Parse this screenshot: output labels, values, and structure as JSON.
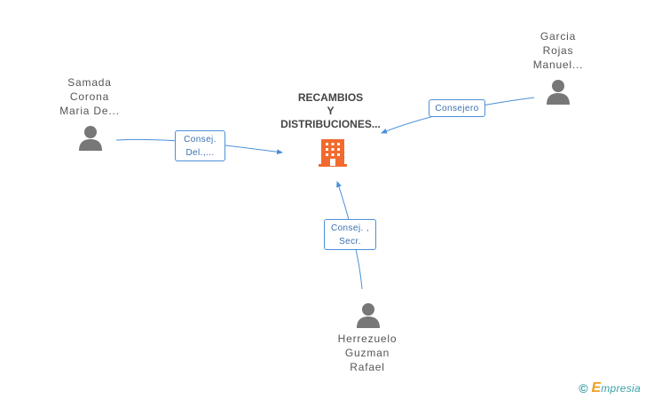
{
  "company": {
    "name": "RECAMBIOS\nY\nDISTRIBUCIONES...",
    "icon": "building-icon",
    "color": "#f26a2e"
  },
  "persons": [
    {
      "id": "samada",
      "name": "Samada\nCorona\nMaria De...",
      "icon": "person-icon"
    },
    {
      "id": "garcia",
      "name": "Garcia\nRojas\nManuel...",
      "icon": "person-icon"
    },
    {
      "id": "herrezuelo",
      "name": "Herrezuelo\nGuzman\nRafael",
      "icon": "person-icon"
    }
  ],
  "relations": [
    {
      "from": "samada",
      "label": "Consej.\nDel.,..."
    },
    {
      "from": "garcia",
      "label": "Consejero"
    },
    {
      "from": "herrezuelo",
      "label": "Consej. ,\nSecr."
    }
  ],
  "footer": {
    "copyright": "©",
    "brand_initial": "E",
    "brand_rest": "mpresia"
  },
  "colors": {
    "link": "#4a90d9",
    "person": "#777777",
    "label_text": "#3a6fb0"
  }
}
